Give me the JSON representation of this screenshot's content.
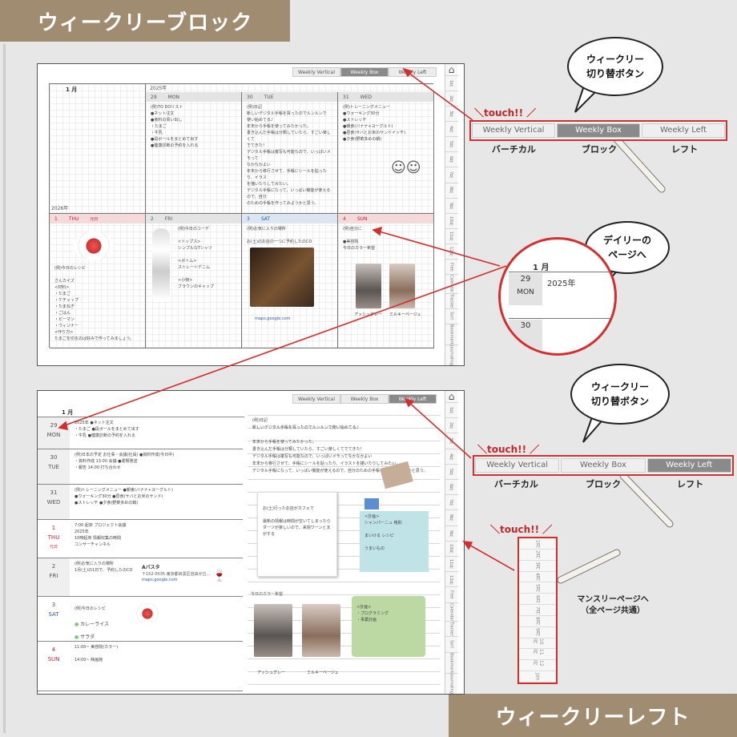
{
  "banners": {
    "top": "ウィークリーブロック",
    "bottom": "ウィークリーレフト"
  },
  "tabs": {
    "vertical": "Weekly Vertical",
    "box": "Weekly Box",
    "left": "Weekly Left"
  },
  "rail_labels": [
    "1月",
    "2月",
    "3月",
    "4月",
    "5月",
    "6月",
    "7月",
    "8月",
    "9月",
    "10月",
    "11月",
    "12月",
    "Free",
    "Calendar",
    "Tracker",
    "Sort",
    "Bookmark",
    "Journaling"
  ],
  "block": {
    "month": "1 月",
    "year": "2025年",
    "year2": "2026年",
    "days": [
      {
        "num": "29",
        "name": "MON",
        "text": "(例)TO DOリスト\n●ネット注文\n●食料の買い出し\n  ・たまご\n  ・牛乳\n●段ボールをまとめて出す\n●健康診断の予約を入れる",
        "style": "gray"
      },
      {
        "num": "30",
        "name": "TUE",
        "text": "(例)日記\n新しいデジタル手帳を買ったのでルンルンで\n使い始めてる♪\n年末から手帳を使ってみたかった。\n書き込んだ手帳は分類していたら、すごい楽しくて\nでてきた！\nデジタル手帳は複写も可能なので、いっぱいメモって\nなかなかよい\n年末から移行させて、手帳にシールを貼ったり、イラス\nを描いたりしてみたい。\nデジタル手帳になって、いっぱい機能が使えるので、自分\nのための手帳を作ってみようかと思う。",
        "style": "gray"
      },
      {
        "num": "31",
        "name": "WED",
        "text": "(例)トレーニングメニュー\n●ウォーキング30分\n●ストレッチ\n●朝食(バナナ+ヨーグルト)\n●昼食(サバとお米のサンドイッチ)\n●夕食(野菜多めの鍋)",
        "style": "gray"
      },
      {
        "num": "1",
        "name": "THU",
        "tag": "元日",
        "text": "(例)今日のレシピ\n\nさんカイズ\n<材料>\n・たまご\n・ケチャップ\n・たまねぎ\n・ごはん\n・ピーマン\n・ウィンナー\n<作り方>\nたまごを切るのは好みで作ってみましょう。",
        "style": "red"
      },
      {
        "num": "2",
        "name": "FRI",
        "text": "(例)今日のコーデ\n\n<トップス>\nシンプルなTシャツ\n\n<ボトム>\nストレートデニム\n\n<小物>\nブラウンのキャップ",
        "style": "gray"
      },
      {
        "num": "3",
        "name": "SAT",
        "text": "(例)お気に入りの場所\n\nお(土)のお店の一つに予約したのCO",
        "link": "maps.google.com",
        "style": "blue"
      },
      {
        "num": "4",
        "name": "SUN",
        "text": "(例)自分に\n\n●美容院\n今日のカラー希望",
        "caption1": "アッシュグレー",
        "caption2": "ミルキーベージュ",
        "style": "red"
      }
    ]
  },
  "left": {
    "month": "1 月",
    "rows": [
      {
        "num": "29",
        "name": "MON",
        "text": "2025年 ●ネット注文\n・たまご ●段ボールをまとめて出す\n・牛乳 ●健康診断の予約を入れる",
        "style": "gray"
      },
      {
        "num": "30",
        "name": "TUE",
        "text": "(例)日本の予定  お仕事・会議(社員)  ●資料作成(今日中)\n・資料作成  13:00 会議  ●書類発送\n・報告  14:00 打ち合わせ",
        "style": "gray"
      },
      {
        "num": "31",
        "name": "WED",
        "text": "(例)トレーニングメニュー  ●朝食(バナナ+ヨーグルト)\n●ウォーキング30分  ●昼食(サバとお米のサンド)\n●ストレッチ  ●夕食(野菜多めの鍋)",
        "style": "gray"
      },
      {
        "num": "1",
        "name": "THU",
        "tag": "元日",
        "text": "7:00 起床  プロジェクト会議\n2025年\n10時起床  情報収集の時間\n  コンサーチャンネル",
        "style": "red"
      },
      {
        "num": "2",
        "name": "FRI",
        "text": "(例)お気に入りの場所\n1月(土)の1日で、予約したのCO",
        "place": "Aバスタ",
        "address": "〒152-0035 東京都目黒区自由が丘...",
        "link": "maps.google.com",
        "style": "gray"
      },
      {
        "num": "3",
        "name": "SAT",
        "text": "(例)今日のレシピ",
        "items": [
          "カレーライス",
          "サラダ"
        ],
        "style": "blue"
      },
      {
        "num": "4",
        "name": "SUN",
        "text": "11:00~ 美容院(カラー)\n\n14:00~ 映画館",
        "style": "red"
      }
    ],
    "diary": "(例)日記\n新しいデジタル手帳を買ったのでルンルンで使い始めてる♪\n\n年末から手帳を使ってみたかった。\n書き込んだ手帳は分類していたら、すごい楽しくてでてきた！\nデジタル手帳は複写も可能なので、いっぱいメモってなかなかよい\n年末から移行させて、手帳にシールを貼ったり、イラストを描いたりしてみたい。\nデジタル手帳になって、いっぱい機能が使えるので、自分のための手帳を作ってみようかと思う。",
    "memo1": "お(土)行ったお店がカフェで\n\n最新の情報は時間が空いてしまったら\nダーツが楽しいので、来週ワーンとまがする",
    "memo2": "<計画>\nシャンパーニュ  格別\n\nまいける  レシピ\n\nうまいもの",
    "memo3": "<計画>\n・プログラミング\n・事業計画",
    "hair_title": "今日のカラー希望",
    "caption1": "アッシュグレー",
    "caption2": "ミルキーベージュ"
  },
  "annotations": {
    "touch": "＼touch!! ／",
    "weekly_switch": "ウィークリー\n切り替ボタン",
    "weekly_switch2": "ウィークリー\n切り替ボタン",
    "daily": "デイリーの\nページへ",
    "label_vertical": "バーチカル",
    "label_block": "ブロック",
    "label_left": "レフト",
    "zoom_month": "1 月",
    "zoom_num": "29",
    "zoom_name": "MON",
    "zoom_year": "2025年",
    "zoom_num2": "30",
    "monthly": "マンスリーページへ\n（全ページ共通）",
    "strip_labels": [
      "1月",
      "2月",
      "3月",
      "4月",
      "5月",
      "6月",
      "7月",
      "8月",
      "9月",
      "10月",
      "11月",
      "12月",
      "Jan"
    ]
  }
}
